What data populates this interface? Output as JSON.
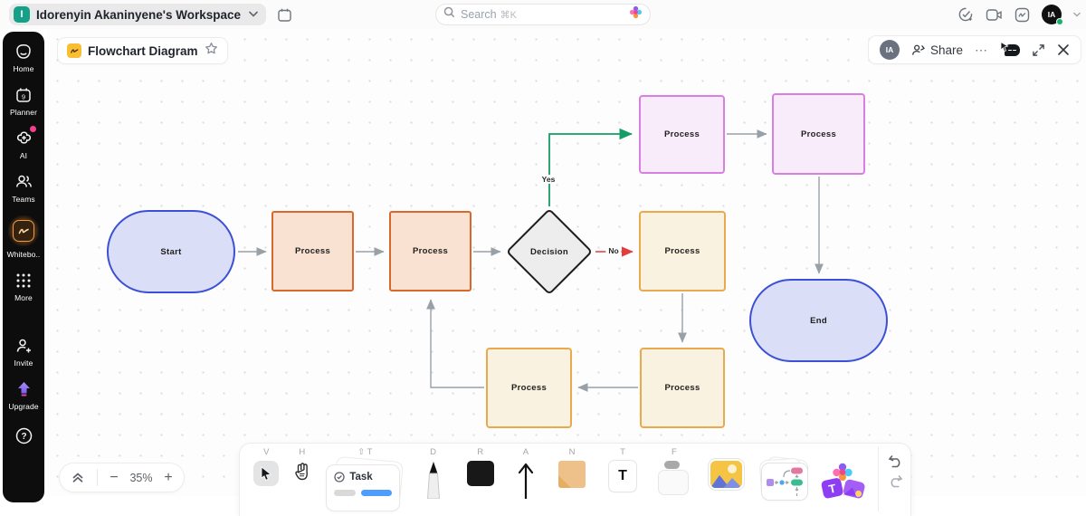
{
  "topbar": {
    "workspace_initial": "I",
    "workspace_name": "Idorenyin Akaninyene's Workspace",
    "workspace_chevron": "⌄",
    "search_placeholder": "Search",
    "search_shortcut": "⌘K",
    "avatar_initials": "IA"
  },
  "sidebar": {
    "planner_day": "9",
    "help_glyph": "?",
    "items": [
      {
        "label": "Home"
      },
      {
        "label": "Planner"
      },
      {
        "label": "AI"
      },
      {
        "label": "Teams"
      },
      {
        "label": "Whitebo.."
      },
      {
        "label": "More"
      },
      {
        "label": "Invite"
      },
      {
        "label": "Upgrade"
      }
    ]
  },
  "board": {
    "tab_title": "Flowchart Diagram",
    "avatar_initials": "IA",
    "share_label": "Share",
    "more_glyph": "⋯",
    "zoom_level": "35%",
    "zoom_out": "−",
    "zoom_in": "+"
  },
  "toolbar": {
    "shortcuts": {
      "select": "V",
      "hand": "H",
      "task": "⇧ T",
      "draw": "D",
      "shape": "R",
      "arrow": "A",
      "note": "N",
      "text": "T",
      "frame": "F"
    },
    "task_label": "Task",
    "text_glyph": "T"
  },
  "flowchart": {
    "nodes": {
      "start": {
        "label": "Start",
        "type": "terminator"
      },
      "process1": {
        "label": "Process",
        "type": "process-orange"
      },
      "process2": {
        "label": "Process",
        "type": "process-orange"
      },
      "decision": {
        "label": "Decision",
        "type": "decision"
      },
      "process3": {
        "label": "Process",
        "type": "process-amber"
      },
      "process4": {
        "label": "Process",
        "type": "process-purple"
      },
      "process5": {
        "label": "Process",
        "type": "process-purple"
      },
      "process6": {
        "label": "Process",
        "type": "process-amber"
      },
      "process7": {
        "label": "Process",
        "type": "process-amber"
      },
      "end": {
        "label": "End",
        "type": "terminator"
      }
    },
    "edge_labels": {
      "yes": "Yes",
      "no": "No"
    },
    "colors": {
      "terminator_fill": "#dadef6",
      "terminator_border": "#3b50d6",
      "process_orange_fill": "#f9e2d2",
      "process_orange_border": "#d9682b",
      "process_amber_fill": "#faf2e0",
      "process_amber_border": "#e9a94d",
      "process_purple_fill": "#f8ecfa",
      "process_purple_border": "#d97fe3",
      "decision_fill": "#ededed",
      "decision_border": "#1c1c1c",
      "edge_gray": "#98a0a8",
      "edge_red": "#e23c3c",
      "edge_green": "#169c68"
    }
  }
}
